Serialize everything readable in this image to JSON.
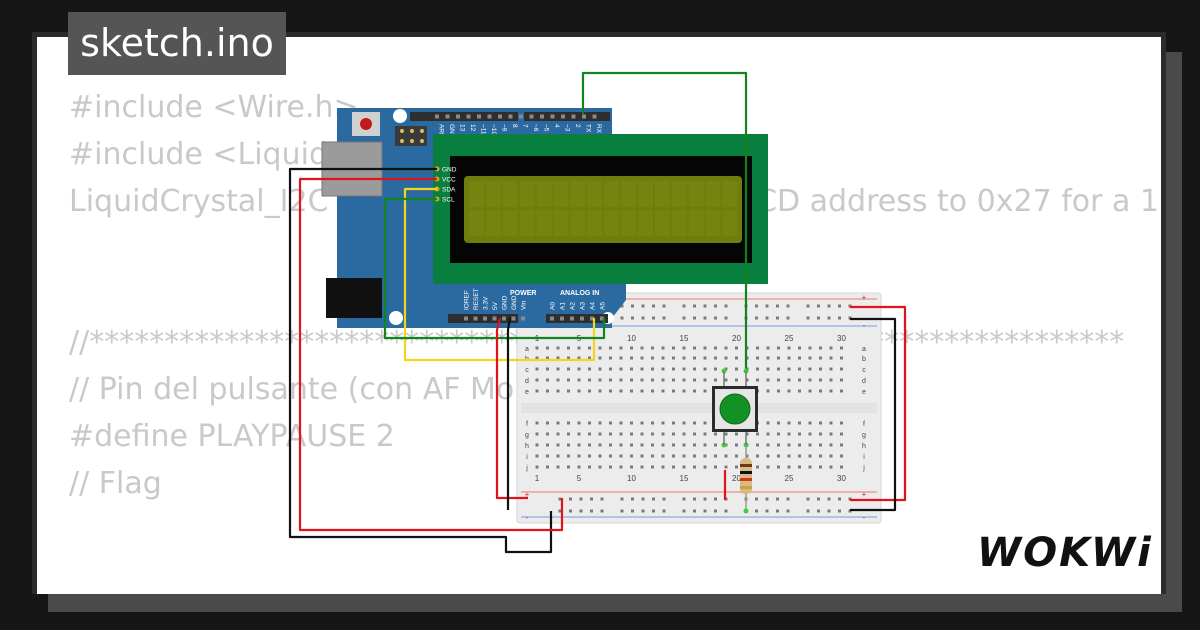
{
  "file_tab": {
    "label": "sketch.ino"
  },
  "code_lines": [
    "",
    "#include <Wire.h>",
    "#include <LiquidCrystal_I2C.h>",
    "LiquidCrystal_I2C lcd(0x27, 16, 2); // set the LCD address to 0x27 for a 1",
    "",
    "",
    "//*********************************************************************",
    "// Pin del pulsante (con AF Mo",
    "#define PLAYPAUSE 2",
    "// Flag",
    ""
  ],
  "brand": {
    "name": "WOKWi"
  },
  "arduino": {
    "digital_pins": [
      "AREF",
      "GND",
      "13",
      "12",
      "~11",
      "~10",
      "~9",
      "8",
      "7",
      "~6",
      "~5",
      "4",
      "~3",
      "2",
      "TX 1",
      "RX 0"
    ],
    "power_header_title": "POWER",
    "analog_header_title": "ANALOG IN",
    "power_pins": [
      "IOREF",
      "RESET",
      "3.3V",
      "5V",
      "GND",
      "GND",
      "Vin"
    ],
    "analog_pins": [
      "A0",
      "A1",
      "A2",
      "A3",
      "A4",
      "A5"
    ]
  },
  "lcd": {
    "pins": [
      "GND",
      "VCC",
      "SDA",
      "SCL"
    ]
  },
  "breadboard": {
    "column_numbers": [
      "1",
      "5",
      "10",
      "15",
      "20",
      "25",
      "30"
    ],
    "row_letters_top": [
      "a",
      "b",
      "c",
      "d",
      "e"
    ],
    "row_letters_bottom": [
      "f",
      "g",
      "h",
      "i",
      "j"
    ],
    "rail_plus": "+",
    "rail_minus": "-"
  },
  "colors": {
    "arduino_board": "#2a6aa0",
    "lcd_frame": "#087f3e",
    "lcd_screen": "#6e7d0c",
    "button_cap": "#149124",
    "wire_red": "#e0121a",
    "wire_black": "#111111",
    "wire_green": "#11851d",
    "wire_yellow": "#f2d61b"
  }
}
